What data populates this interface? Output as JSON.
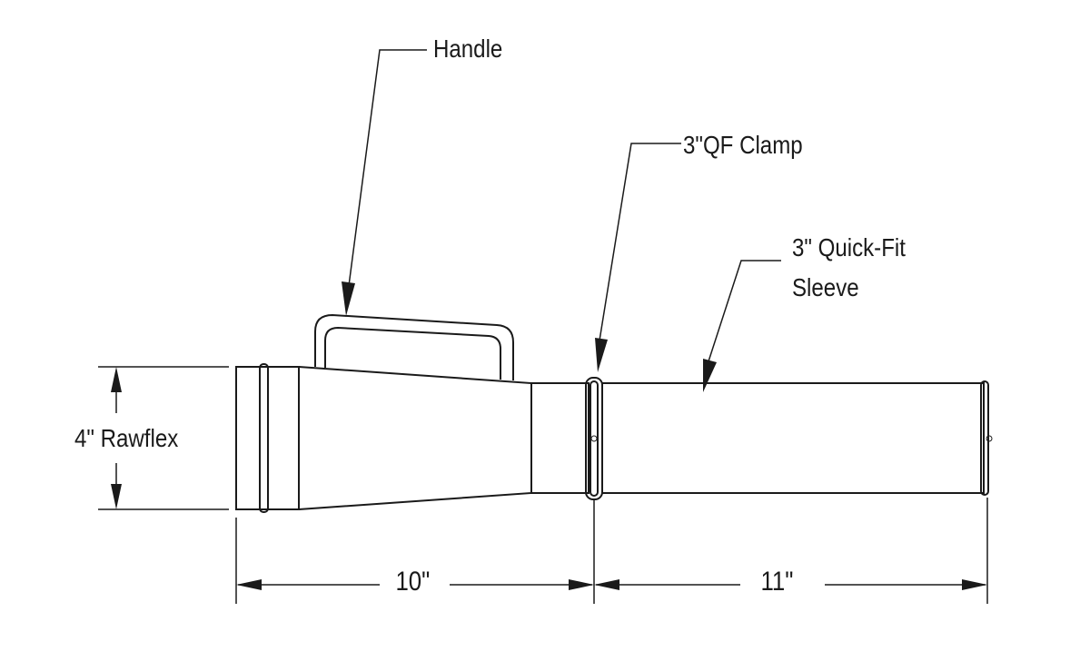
{
  "labels": {
    "handle": "Handle",
    "clamp": "3\"QF Clamp",
    "sleeve_line1": "3\" Quick-Fit",
    "sleeve_line2": "Sleeve",
    "rawflex": "4\" Rawflex"
  },
  "dimensions": {
    "left_length": "10\"",
    "right_length": "11\""
  },
  "colors": {
    "line": "#1a1a1a",
    "background": "#ffffff"
  }
}
